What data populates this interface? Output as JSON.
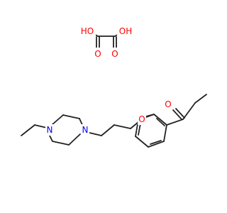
{
  "molecule": {
    "atoms": {
      "oxalic_o1": "O",
      "oxalic_o2": "O",
      "oxalic_ho_left": "HO",
      "oxalic_oh_right": "OH",
      "ketone_o": "O",
      "ether_o": "O",
      "piperazine_n1": "N",
      "piperazine_n4": "N"
    },
    "colors": {
      "bond": "#222222",
      "oxygen": "#ff0000",
      "nitrogen": "#0000ff"
    }
  }
}
